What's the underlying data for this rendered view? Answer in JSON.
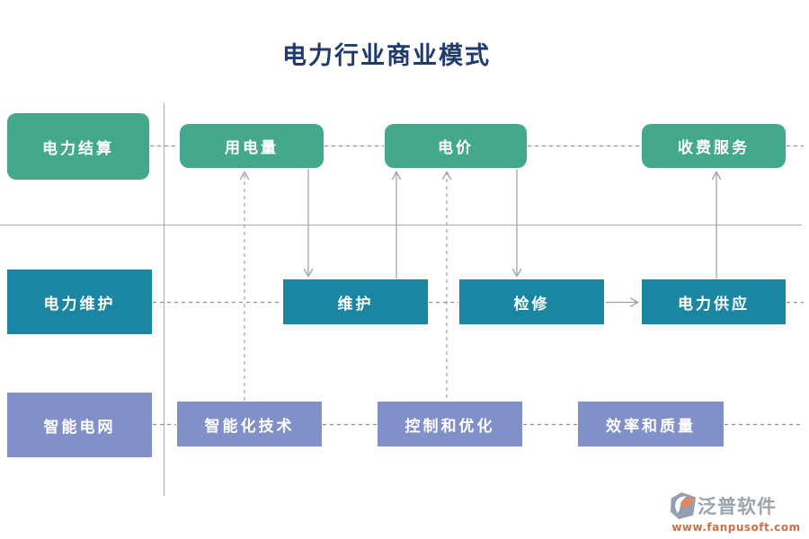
{
  "title": "电力行业商业模式",
  "colors": {
    "settlement_green": "#44A98C",
    "maintenance_teal": "#1B86A1",
    "smart_grid_purple": "#8290C9",
    "title_navy": "#1E3A6E",
    "connector_gray": "#9AA0A6",
    "brand_text_gray": "#9AA3AE",
    "brand_url_orange": "#C9714A"
  },
  "lanes": [
    {
      "label": "电力结算",
      "nodes": [
        "用电量",
        "电价",
        "收费服务"
      ]
    },
    {
      "label": "电力维护",
      "nodes": [
        "维护",
        "检修",
        "电力供应"
      ]
    },
    {
      "label": "智能电网",
      "nodes": [
        "智能化技术",
        "控制和优化",
        "效率和质量"
      ]
    }
  ],
  "connections": [
    "智能化技术 → 用电量 (dashed, up)",
    "用电量 → 维护 (solid, down)",
    "维护 → 电价 (solid, up)",
    "控制和优化 → 电价 (dashed, up)",
    "电价 → 检修 (solid, down)",
    "检修 → 电力供应 (solid, right)",
    "电力供应 → 收费服务 (solid, up)"
  ],
  "footer": {
    "brand": "泛普软件",
    "website": "www.fanpusoft.com"
  }
}
